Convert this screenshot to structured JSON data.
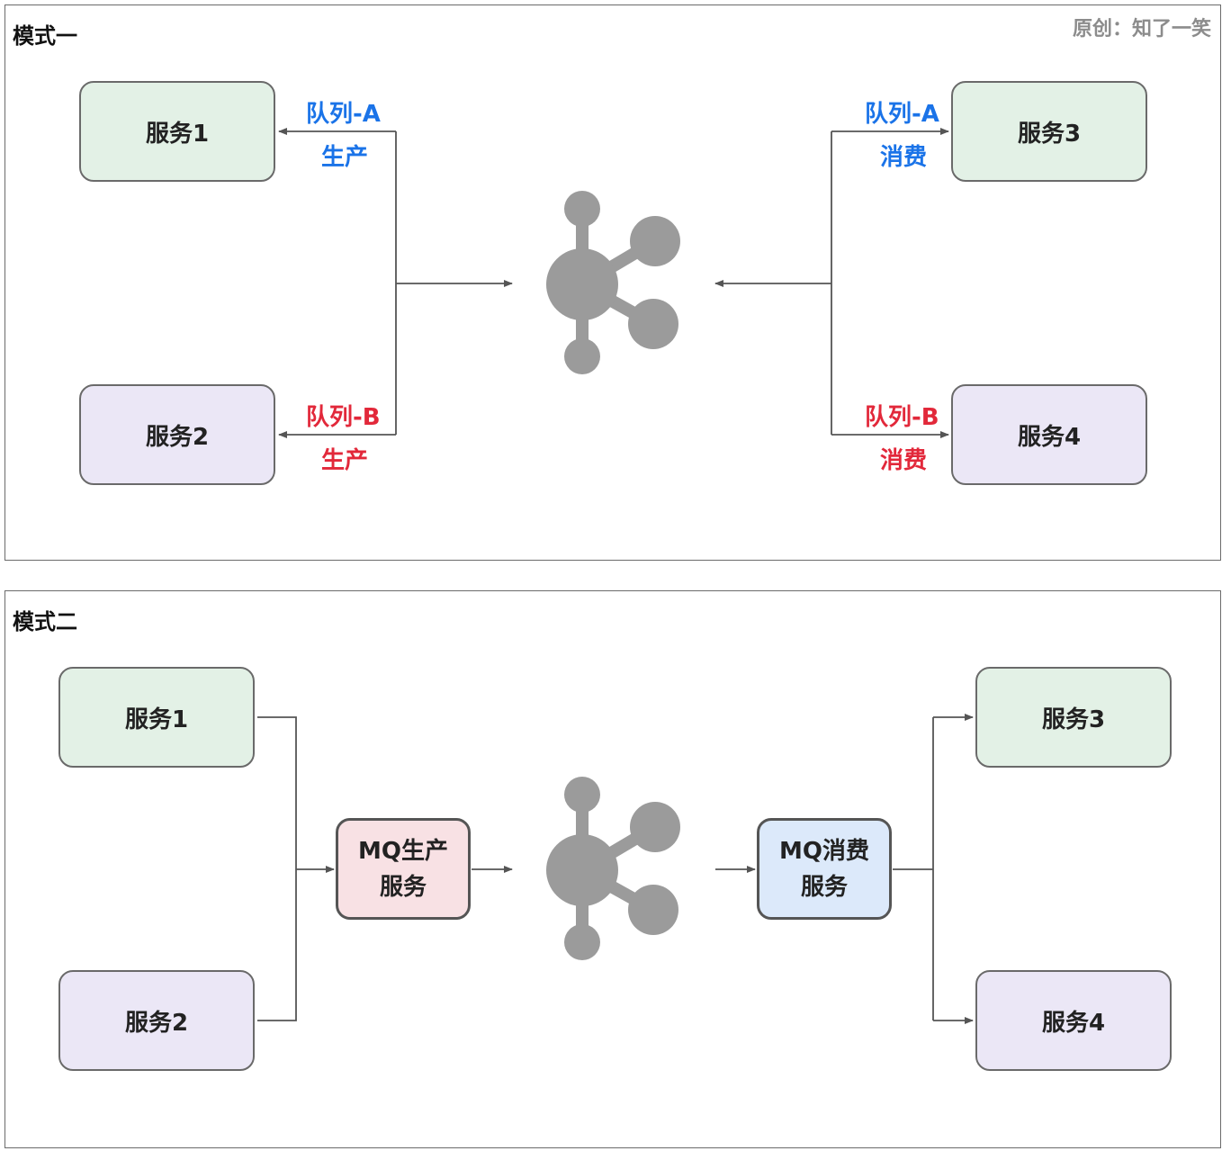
{
  "credit": "原创：知了一笑",
  "mode1": {
    "title": "模式一",
    "service1": "服务1",
    "service2": "服务2",
    "service3": "服务3",
    "service4": "服务4",
    "queue_a_left": "队列-A",
    "produce_a": "生产",
    "queue_b_left": "队列-B",
    "produce_b": "生产",
    "queue_a_right": "队列-A",
    "consume_a": "消费",
    "queue_b_right": "队列-B",
    "consume_b": "消费"
  },
  "mode2": {
    "title": "模式二",
    "service1": "服务1",
    "service2": "服务2",
    "service3": "服务3",
    "service4": "服务4",
    "mq_producer_line1": "MQ生产",
    "mq_producer_line2": "服务",
    "mq_consumer_line1": "MQ消费",
    "mq_consumer_line2": "服务"
  },
  "colors": {
    "queue_a": "#1a73e8",
    "queue_b": "#e2283a",
    "service_green": "#e3f1e6",
    "service_purple": "#ebe7f6",
    "producer_pink": "#f8e1e4",
    "consumer_blue": "#dce9fa",
    "mq_icon": "#9b9b9b"
  },
  "icons": {
    "message_queue": "mq-hub-icon"
  }
}
